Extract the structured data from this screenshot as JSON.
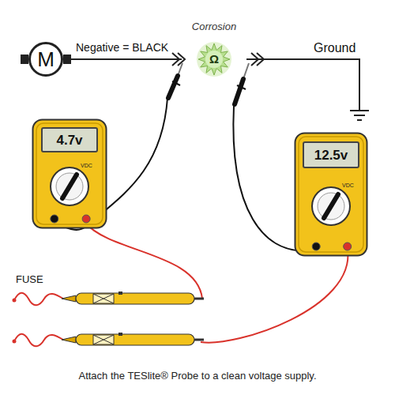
{
  "diagram": {
    "caption": "Attach the TESlite® Probe to a clean voltage supply.",
    "nodes": [
      {
        "text": [
          "M"
        ]
      },
      {
        "text": [
          "Corrosion",
          "Ω"
        ]
      },
      {
        "text": [
          "VDC"
        ]
      },
      {
        "text": [
          "4.7v"
        ],
        "in": 2
      },
      {
        "text": [
          "VDC"
        ]
      },
      {
        "text": [
          "12.5v"
        ],
        "in": 4
      }
    ],
    "edges": [
      {
        "from": 0,
        "to": 1,
        "arrow": "none",
        "label": "Negative = BLACK"
      }
    ],
    "labels": [
      "Ground",
      "FUSE"
    ]
  }
}
